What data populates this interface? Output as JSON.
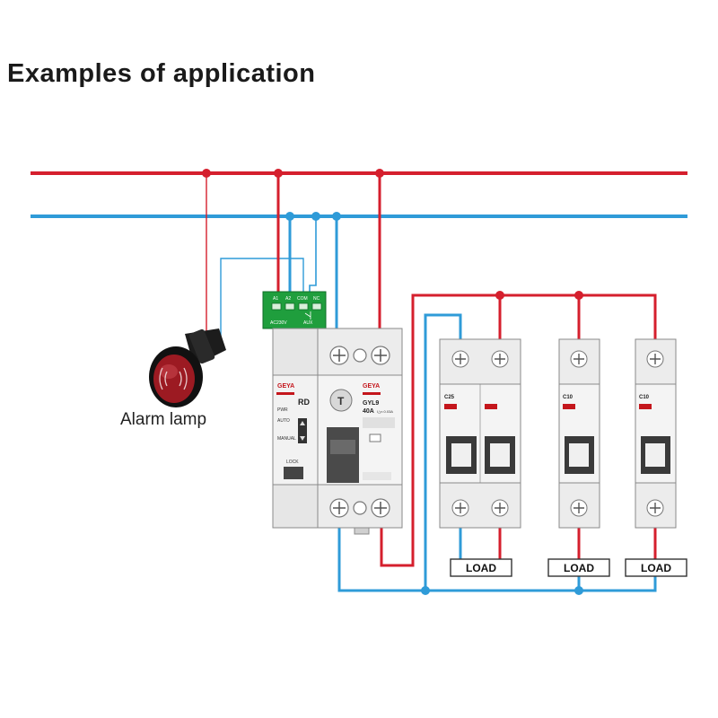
{
  "title": "Examples of application",
  "alarm_lamp_label": "Alarm lamp",
  "terminal_block": {
    "labels": [
      "A1",
      "A2",
      "COM",
      "NC"
    ],
    "bottom_left": "AC230V",
    "bottom_right": "AUX"
  },
  "controller": {
    "brand": "GEYA",
    "model": "RD",
    "pwr": "PWR",
    "auto": "AUTO",
    "manual": "MANUAL",
    "lock": "LOCK",
    "rcd_brand": "GEYA",
    "rcd_model": "GYL9",
    "rcd_rating": "40A",
    "rcd_sub": "I△n 0.03A",
    "rcd_t": "T"
  },
  "breakers": [
    {
      "rating": "C25"
    },
    {
      "rating": "C10"
    },
    {
      "rating": "C10"
    }
  ],
  "loads": [
    "LOAD",
    "LOAD",
    "LOAD"
  ],
  "colors": {
    "live": "#d51f2d",
    "neutral": "#2f9bd8",
    "terminal": "#1f9e3d",
    "device_face": "#f2f2f2",
    "device_outline": "#8a8a8a"
  }
}
